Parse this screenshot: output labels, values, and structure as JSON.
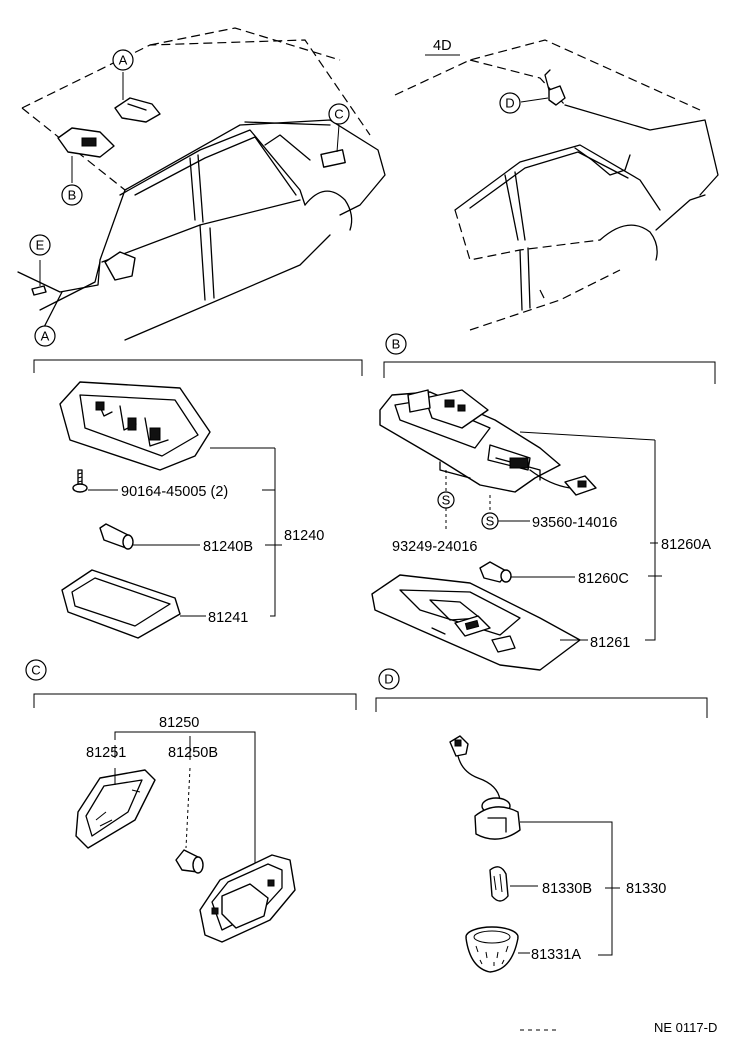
{
  "variant": "4D",
  "callouts": {
    "A": "A",
    "B": "B",
    "C": "C",
    "D": "D",
    "E": "E"
  },
  "fastener_symbol": "S",
  "sections": {
    "A": {
      "key": "A",
      "parts": {
        "screw": "90164-45005 (2)",
        "bulb": "81240B",
        "assembly": "81240",
        "lens": "81241"
      }
    },
    "B": {
      "key": "B",
      "parts": {
        "screw1": "93249-24016",
        "screw2": "93560-14016",
        "bulb": "81260C",
        "assembly": "81260A",
        "lens": "81261"
      }
    },
    "C": {
      "key": "C",
      "parts": {
        "assembly": "81250",
        "lens": "81251",
        "bulb": "81250B"
      }
    },
    "D": {
      "key": "D",
      "parts": {
        "socket": "81330",
        "bulb": "81330B",
        "lens": "81331A"
      }
    }
  },
  "footer": {
    "code": "NE  0117-D"
  }
}
